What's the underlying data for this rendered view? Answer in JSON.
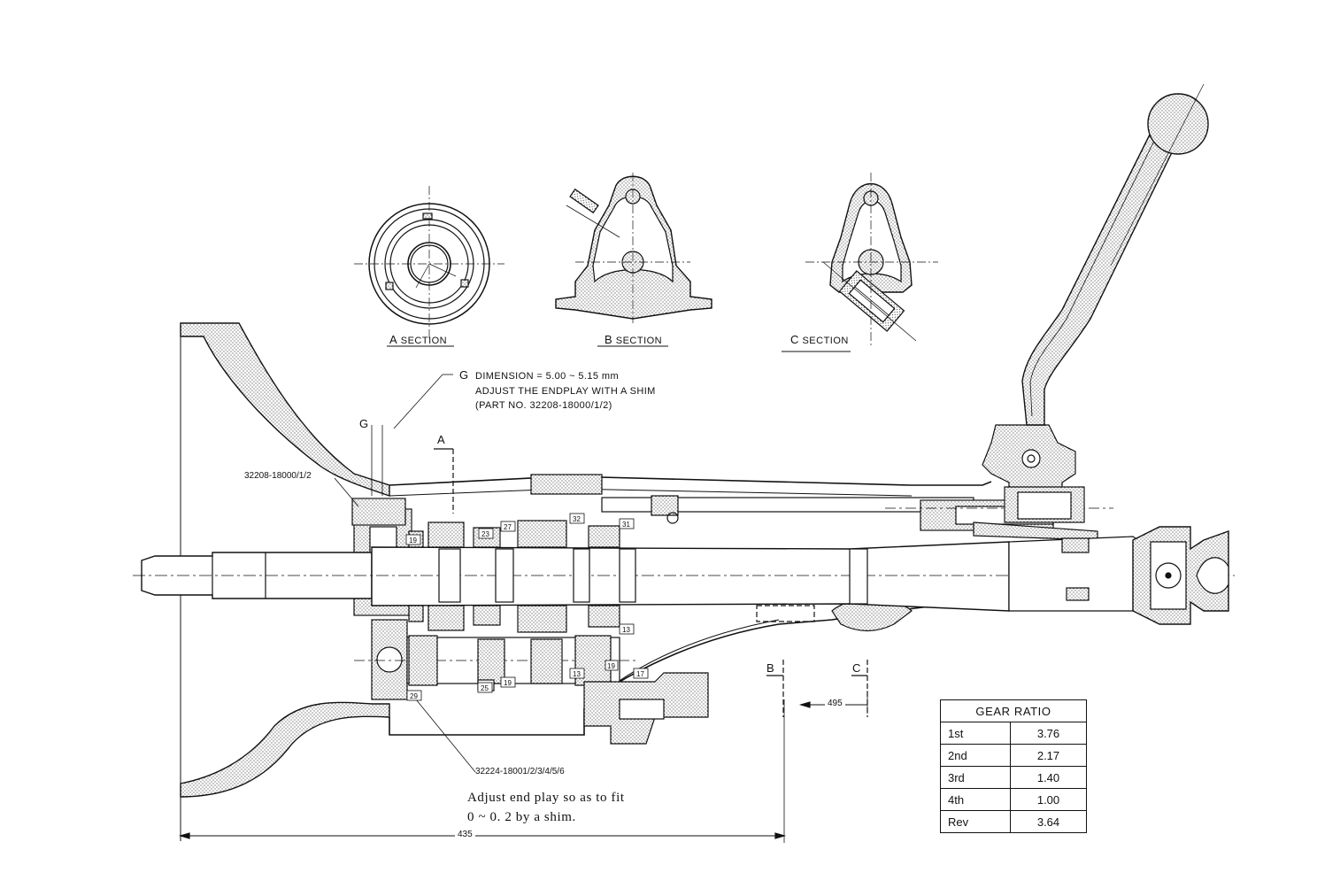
{
  "sections": {
    "a": {
      "letter": "A",
      "label": "SECTION"
    },
    "b": {
      "letter": "B",
      "label": "SECTION"
    },
    "c": {
      "letter": "C",
      "label": "SECTION"
    }
  },
  "g_note": {
    "letter": "G",
    "line1": "DIMENSION = 5.00 ~ 5.15 mm",
    "line2": "ADJUST THE ENDPLAY WITH A SHIM",
    "line3": "(PART NO. 32208-18000/1/2)"
  },
  "markers": {
    "g": "G",
    "a": "A",
    "b": "B",
    "c": "C"
  },
  "part_numbers": {
    "front_shim": "32208-18000/1/2",
    "rear_shim": "32224-18001/2/3/4/5/6"
  },
  "endplay_note": {
    "line1": "Adjust end play so as to fit",
    "line2": "0 ~ 0. 2 by a shim."
  },
  "dimensions": {
    "overall": "435",
    "shift_offset": "495"
  },
  "callouts": [
    "19",
    "23",
    "27",
    "32",
    "31",
    "29",
    "25",
    "19",
    "13",
    "13",
    "17",
    "19"
  ],
  "gear_ratio": {
    "title": "GEAR RATIO",
    "rows": [
      {
        "gear": "1st",
        "ratio": "3.76"
      },
      {
        "gear": "2nd",
        "ratio": "2.17"
      },
      {
        "gear": "3rd",
        "ratio": "1.40"
      },
      {
        "gear": "4th",
        "ratio": "1.00"
      },
      {
        "gear": "Rev",
        "ratio": "3.64"
      }
    ]
  }
}
